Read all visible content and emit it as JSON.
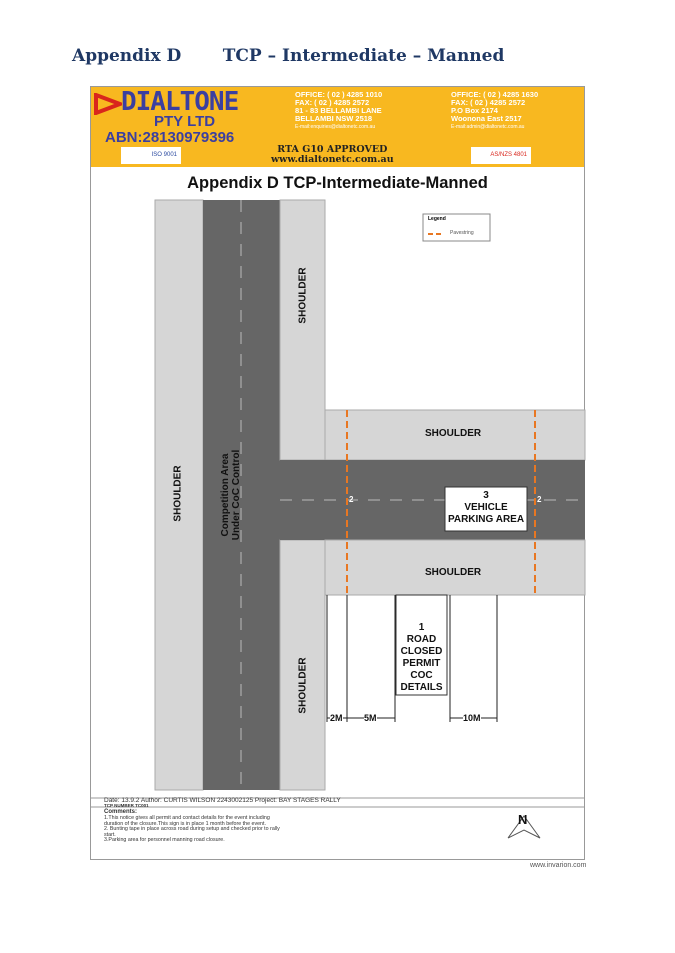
{
  "heading": "Appendix D       TCP – Intermediate – Manned",
  "banner": {
    "company": "DIALTONE",
    "pty": "PTY LTD",
    "abn": "ABN:28130979396",
    "office1": [
      "OFFICE: ( 02 ) 4285 1010",
      "FAX: ( 02 ) 4285 2572",
      "81 - 83 BELLAMBI LANE",
      "BELLAMBI   NSW   2518",
      "E-mail:enquiries@dialtonetc.com.au"
    ],
    "office2": [
      "OFFICE: ( 02 ) 4285 1630",
      "FAX: ( 02 ) 4285 2572",
      "P.O Box 2174",
      "Woonona East    2517",
      "E-mail:admin@dialtonetc.com.au"
    ],
    "approved": "RTA G10 APPROVED",
    "website": "www.dialtonetc.com.au",
    "iso_left": "ISO 9001",
    "iso_right": "AS/NZS 4801"
  },
  "diagram": {
    "title": "Appendix D TCP-Intermediate-Manned",
    "legend_title": "Legend",
    "legend_item": "Pavestring",
    "shoulder": "SHOULDER",
    "competition": "Competition Area",
    "competition2": "Under CoC Control",
    "vehicle": [
      "3",
      "VEHICLE",
      "PARKING AREA"
    ],
    "road_closed": [
      "1",
      "ROAD",
      "CLOSED",
      "PERMIT",
      "COC",
      "DETAILS"
    ],
    "marker": "2",
    "dims": [
      "2M",
      "5M",
      "10M"
    ]
  },
  "footer": {
    "info": "Date: 13.9.2  Author:  CURTIS WILSON 2243002125  Project:  BAY STAGES RALLY",
    "tcp": "TCP NUMBER  TC001",
    "comments_label": "Comments:",
    "comments": [
      "1.This notice gives all permit and contact details for the event including",
      "duration of the closure.This sign is in place 1 month before the event.",
      "2. Bunting tape in place across road during setup and checked prior to rally",
      "start.",
      "3.Parking area for personnel manning road closure."
    ],
    "north": "N"
  },
  "watermark": "www.invarion.com",
  "colors": {
    "banner": "#f8b820",
    "road": "#666666",
    "shoulder": "#d6d6d6",
    "pavestring": "#e87722"
  }
}
